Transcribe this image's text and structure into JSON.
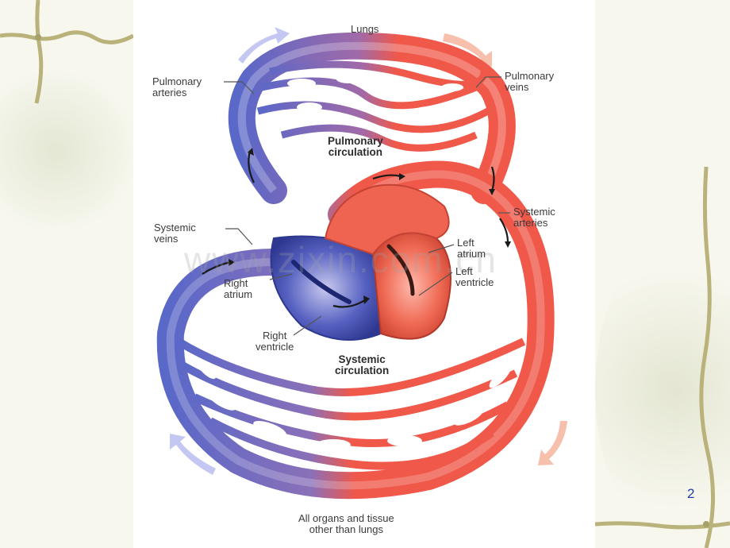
{
  "labels": {
    "lungs": "Lungs",
    "pulmonary_arteries": "Pulmonary\narteries",
    "pulmonary_veins": "Pulmonary\nveins",
    "pulmonary_circulation": "Pulmonary\ncirculation",
    "systemic_veins": "Systemic\nveins",
    "systemic_arteries": "Systemic\narteries",
    "left_atrium": "Left\natrium",
    "left_ventricle": "Left\nventricle",
    "right_atrium": "Right\natrium",
    "right_ventricle": "Right\nventricle",
    "systemic_circulation": "Systemic\ncirculation",
    "organs": "All organs and tissue\nother than lungs"
  },
  "watermark": "www.zixin.com.cn",
  "page_number": "2",
  "colors": {
    "oxygenated": "#f0584a",
    "deoxygenated": "#5a68c8",
    "background": "#f7f7ee",
    "vine": "#b9b27a",
    "page_number": "#1f3ea8"
  }
}
